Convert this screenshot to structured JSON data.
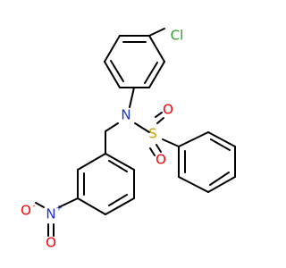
{
  "molecule": {
    "atoms": {
      "chlorine": {
        "symbol": "Cl",
        "color": "#2ca02c"
      },
      "nitrogen_amine": {
        "symbol": "N",
        "color": "#1f33cc"
      },
      "sulfur": {
        "symbol": "S",
        "color": "#c8a000"
      },
      "oxygen_sulfonyl_top": {
        "symbol": "O",
        "color": "#ff0000"
      },
      "oxygen_sulfonyl_bottom": {
        "symbol": "O",
        "color": "#ff0000"
      },
      "nitrogen_nitro": {
        "symbol": "N",
        "color": "#1f33cc",
        "charge": "+"
      },
      "oxygen_nitro_left": {
        "symbol": "O",
        "color": "#ff0000",
        "charge": "-"
      },
      "oxygen_nitro_bottom": {
        "symbol": "O",
        "color": "#ff0000"
      }
    }
  }
}
